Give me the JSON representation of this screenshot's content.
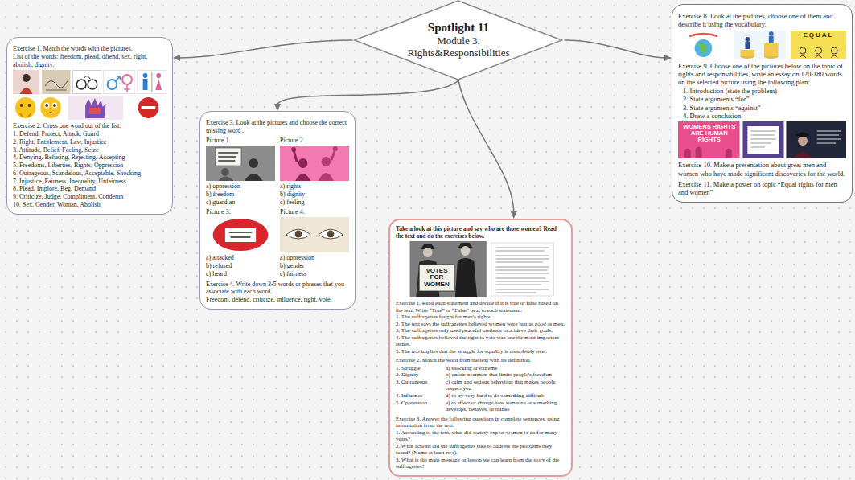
{
  "diagram": {
    "nodes": [
      {
        "text": [
          "Spotlight 11",
          "Module 3.",
          "Rights&Responsibilities"
        ]
      },
      {
        "text": [
          "Exercise 1. Match the words with the pictures.",
          "List of the words: freedom, plead, offend, sex, right, abolish, dignity.",
          "Exercise 2. Cross one word out of the list.",
          "1. Defend, Protect, Attack, Guard",
          "2. Right, Entitlement, Law, Injustice",
          "3. Attitude, Belief, Feeling, Seize",
          "4. Denying, Refusing, Rejecting, Accepting",
          "5. Freedoms, Liberties, Rights, Oppression",
          "6. Outrageous, Scandalous, Acceptable, Shocking",
          "7. Injustice, Fairness, Inequality, Unfairness",
          "8. Plead, Implore, Beg, Demand",
          "9. Criticize, Judge, Compliment, Condemn",
          "10. Sex, Gender, Woman, Abolish"
        ]
      },
      {
        "text": [
          "Exercise 3. Look at the pictures and choose the correct missing word .",
          "Picture 1.",
          "a) oppression",
          "b) freedom",
          "c) guardian",
          "Picture 2.",
          "a) rights",
          "b) dignity",
          "c) feeling",
          "Picture 3.",
          "a) attacked",
          "b) refused",
          "c) heard",
          "Picture 4.",
          "a) oppression",
          "b) gender",
          "c) fairness",
          "Exercise 4. Write down 3-5 words or phrases that you associate with each word.",
          "Freedom, defend, criticize, influence, right, vote."
        ]
      },
      {
        "text": [
          "Take a look at this picture and say who are those women? Read the text and do the exercises below.",
          "Exercise 1. Read each statement and decide if it is true or false based on the text. Write “True” or “False” next to each statement.",
          "1. The suffragettes fought for men's rights.",
          "2. The text says the suffragettes believed women were just as good as men.",
          "3. The suffragettes only used peaceful methods to achieve their goals.",
          "4. The suffragettes believed the right to vote was one the most important issues.",
          "5. The text implies that the struggle for equality is completely over.",
          "Exercise 2. Match the word from the text with its definition.",
          "1. Struggle",
          "2. Dignity",
          "3. Outrageous",
          "4. Influence",
          "5. Oppression",
          "a) shocking or extreme",
          "b) unfair treatment that limits people's freedom",
          "c) calm and serious behaviour that makes people respect you",
          "d) to try very hard to do something difficult",
          "e) to affect or change how someone or something develops, behaves, or thinks",
          "Exercise 3. Answer the following questions in complete sentences, using information from the text.",
          "1. According to the text, what did society expect women to do for many years?",
          "2. What actions did the suffragettes take to address the problems they faced? (Name at least two).",
          "3. What is the main message or lesson we can learn from the story of the suffragettes?"
        ]
      },
      {
        "text": [
          "Exercise 8. Look at the pictures, choose one of them and describe it using the vocabulary.",
          "Exercise 9. Choose one of the pictures below on the topic of rights and responsibilities, write an essay on 120-180 words on the selected picture using the following plan:",
          "1. Introduction (state the problem)",
          "2. State arguments “for”",
          "3. State arguments “against”",
          "4. Draw a conclusion",
          "Exercise 10. Make a presentation about great men and women who have made significant discoveries for the world.",
          "Exercise 11. Make a poster on topic “Equal rights for men and women”"
        ]
      }
    ],
    "edges": [
      {
        "from": 0,
        "to": 1,
        "arrow": "to"
      },
      {
        "from": 0,
        "to": 2,
        "arrow": "to"
      },
      {
        "from": 0,
        "to": 3,
        "arrow": "to"
      },
      {
        "from": 0,
        "to": 4,
        "arrow": "to"
      }
    ],
    "labels": [
      "VOTES FOR WOMEN",
      "EQUAL",
      "WOMENS RIGHTS ARE HUMAN RIGHTS"
    ]
  }
}
